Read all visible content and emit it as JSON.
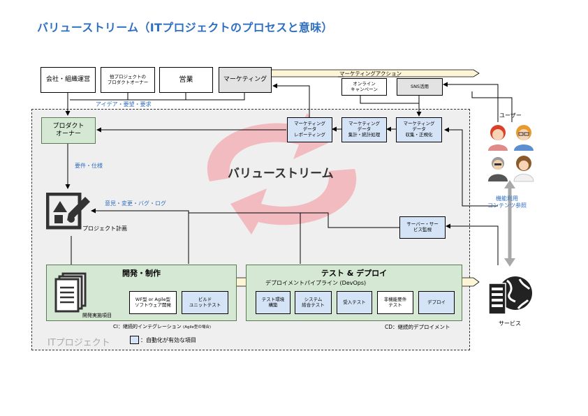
{
  "title": "バリューストリーム（ITプロジェクトのプロセスと意味）",
  "it_project_label": "ITプロジェクト",
  "legend": {
    "text": "：自動化が有効な項目"
  },
  "center_label": "バリューストリーム",
  "top_row": {
    "company": "会社・組織運営",
    "other_po": "他プロジェクトの\nプロダクトオーナー",
    "sales": "営業",
    "marketing": "マーケティング"
  },
  "marketing_action": {
    "label": "マーケティングアクション",
    "online": "オンライン\nキャンペーン",
    "sns": "SNS活用"
  },
  "ideas_label": "アイデア・要望・要求",
  "product_owner": "プロダクト\nオーナー",
  "data_boxes": {
    "reporting": "マーケティング\nデータ\nレポーティング",
    "aggregation": "マーケティング\nデータ\n集計・統計処理",
    "collection": "マーケティング\nデータ\n収集・正規化"
  },
  "requirements_label": "要件・仕様",
  "feedback_label": "意見・変更・バグ・ログ",
  "project_plan_label": "プロジェクト計画",
  "server_monitor": "サーバー・サー\nビス監視",
  "dev_group": {
    "title": "開発・制作",
    "items_label": "開発実施項目",
    "wf": "WF型 or Agile型\nソフトウェア開発",
    "build": "ビルド\nユニットテスト",
    "ci_note_main": "CI：継続的インテグレーション",
    "ci_note_sub": "(Agile型の場合)"
  },
  "test_group": {
    "title": "テスト & デプロイ",
    "pipeline_label": "デプロイメントパイプライン (DevOps)",
    "env": "テスト環境\n構築",
    "integration": "システム\n結合テスト",
    "acceptance": "受入テスト",
    "nonfunctional": "非機能要件\nテスト",
    "deploy": "デプロイ",
    "cd_note": "CD：継続的デプロイメント"
  },
  "users_label": "ユーザー",
  "usage_label": "機能利用\nコンテンツ参照",
  "service_label": "サービス",
  "colors": {
    "title": "#2f6fc2",
    "green_fill": "#d5e8d4",
    "blue_fill": "#d4e3f5",
    "grey_fill": "#e3e3e3",
    "arrow_band": "#fdf5d6",
    "value_stream_arrow": "#f2b3b8"
  },
  "icons": [
    "project-plan-icon",
    "documents-icon",
    "user-avatar-icon",
    "server-globe-icon"
  ]
}
